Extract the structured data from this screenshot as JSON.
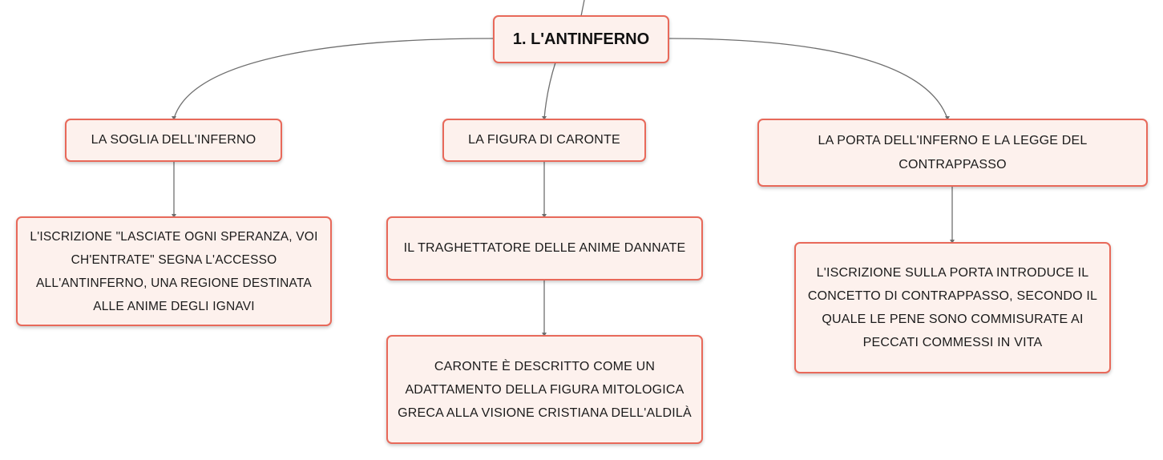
{
  "root": {
    "label": "1. L'ANTINFERNO"
  },
  "branches": [
    {
      "title": "LA SOGLIA DELL'INFERNO",
      "children": [
        "L'ISCRIZIONE \"LASCIATE OGNI SPERANZA, VOI CH'ENTRATE\" SEGNA L'ACCESSO ALL'ANTINFERNO, UNA REGIONE DESTINATA ALLE ANIME DEGLI IGNAVI"
      ]
    },
    {
      "title": "LA FIGURA DI CARONTE",
      "children": [
        "IL TRAGHETTATORE DELLE ANIME DANNATE",
        "CARONTE È DESCRITTO COME UN ADATTAMENTO DELLA FIGURA MITOLOGICA GRECA ALLA VISIONE CRISTIANA DELL'ALDILÀ"
      ]
    },
    {
      "title": "LA PORTA DELL'INFERNO E LA LEGGE DEL CONTRAPPASSO",
      "children": [
        "L'ISCRIZIONE SULLA PORTA INTRODUCE IL CONCETTO DI CONTRAPPASSO, SECONDO IL QUALE LE PENE SONO COMMISURATE AI PECCATI COMMESSI IN VITA"
      ]
    }
  ],
  "colors": {
    "node_border": "#e8695a",
    "node_fill": "#fdf1ed",
    "connector": "#6f6f6f"
  }
}
